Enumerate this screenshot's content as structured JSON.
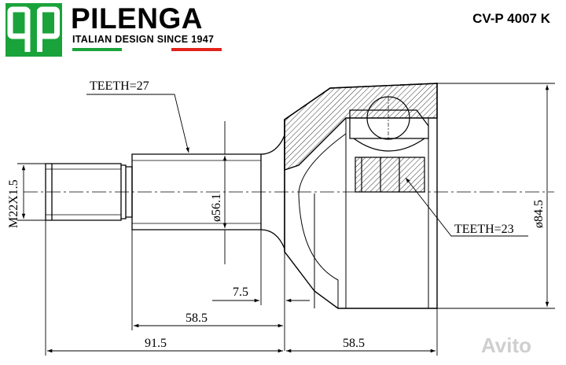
{
  "brand": {
    "logo_letters": "qp",
    "name": "PILENGA",
    "tagline": "ITALIAN DESIGN SINCE 1947",
    "flag_colors": [
      "#1aa33a",
      "#ffffff",
      "#e2231a"
    ],
    "logo_color": "#1aa33a"
  },
  "part_number": "CV-P 4007 K",
  "labels": {
    "teeth_outer": "TEETH=27",
    "teeth_inner": "TEETH=23",
    "thread": "M22X1.5",
    "shaft_diameter": "ø56.1",
    "housing_diameter": "ø84.5",
    "dim_7_5": "7.5",
    "dim_58_5_shaft": "58.5",
    "dim_91_5": "91.5",
    "dim_58_5_housing": "58.5"
  },
  "watermark": "Avito"
}
